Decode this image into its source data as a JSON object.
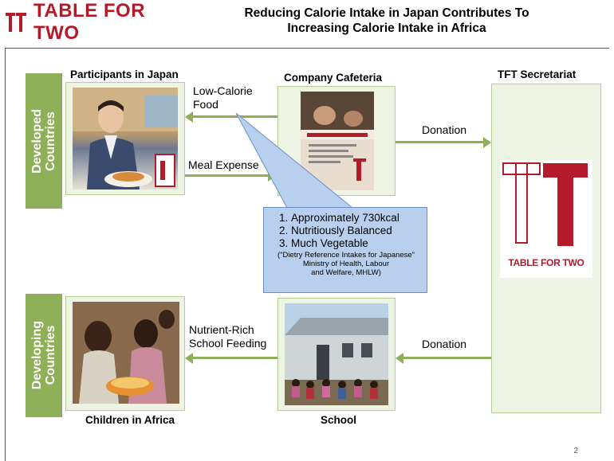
{
  "header": {
    "brand": "TABLE FOR TWO",
    "title_line1": "Reducing Calorie Intake in Japan Contributes To",
    "title_line2": "Increasing Calorie Intake in Africa"
  },
  "side_labels": {
    "developed": "Developed\nCountries",
    "developing": "Developing\nCountries"
  },
  "nodes": {
    "participants": "Participants in Japan",
    "cafeteria": "Company Cafeteria",
    "secretariat": "TFT Secretariat",
    "children": "Children in Africa",
    "school": "School"
  },
  "flows": {
    "low_calorie_line1": "Low-Calorie",
    "low_calorie_line2": "Food",
    "meal_expense": "Meal Expense",
    "donation_top": "Donation",
    "nutrient_line1": "Nutrient-Rich",
    "nutrient_line2": "School  Feeding",
    "donation_bottom": "Donation"
  },
  "callout": {
    "items": [
      "Approximately 730kcal",
      "Nutritiously Balanced",
      "Much Vegetable"
    ],
    "note_line1": "(\"Dietry Reference Intakes for Japanese\"",
    "note_line2": "Ministry of Health, Labour",
    "note_line3": "and Welfare, MHLW)"
  },
  "poster_brand": "TABLE FOR TWO",
  "page_number": "2",
  "colors": {
    "brand_red": "#b31b2a",
    "green": "#8db058",
    "callout_blue": "#b8d0ee"
  }
}
